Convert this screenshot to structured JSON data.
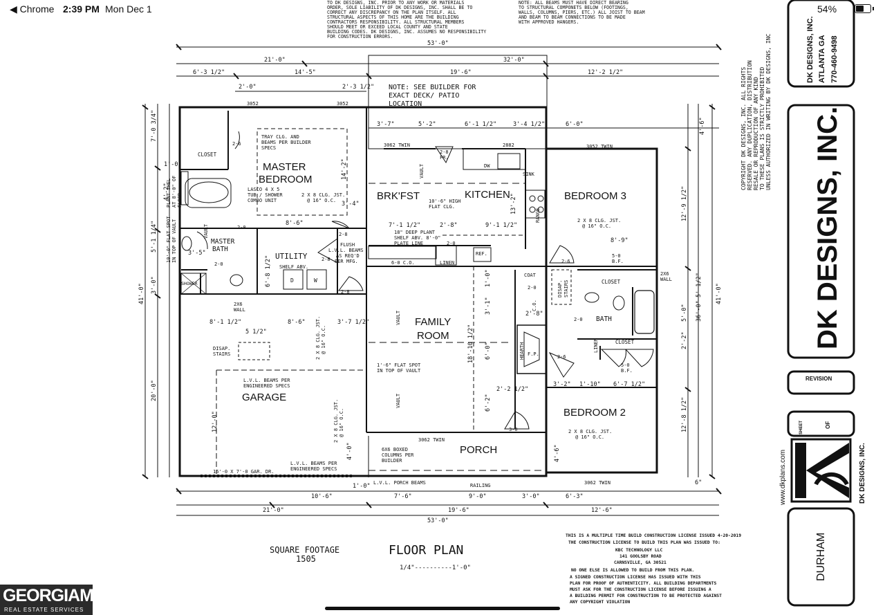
{
  "status_bar": {
    "back_label": "◀ Chrome",
    "time": "2:39 PM",
    "date": "Mon Dec 1",
    "battery": "54%"
  },
  "notes": {
    "top_left": [
      "TO DK DESIGNS, INC. PRIOR TO ANY WORK OR MATERIALS",
      "ORDER, SOLE LIABILITY OF DK DESIGNS, INC. SHALL BE TO",
      "CORRECT ANY DISCREPANCY ON THE PLAN ITSELF. ALL",
      "STRUCTURAL ASPECTS OF THIS HOME ARE THE BUILDING",
      "CONTRACTORS RESPONSIBILITY. ALL STRUCTURAL MEMBERS",
      "SHOULD MEET OR EXCEED LOCAL COUNTY AND STATE",
      "BUILDING CODES. DK DESIGNS, INC. ASSUMES NO RESPONSIBILITY",
      "FOR CONSTRUCTION ERRORS."
    ],
    "top_right": [
      "NOTE: ALL BEAMS MUST HAVE DIRECT BEARING",
      "TO STRUCTURAL COMPONETS BELOW (FOOTINGS,",
      "WALLS, COLUMNS, PIERS, ETC.) ALL JOIST TO BEAM",
      "AND BEAM TO BEAM CONNECTIONS TO BE MADE",
      "WITH APPROVED HANGERS."
    ],
    "deck": [
      "NOTE: SEE BUILDER FOR",
      "EXACT DECK/ PATIO",
      "LOCATION"
    ],
    "copyright": [
      "COPYRIGHT DK DESIGNS, INC. ALL RIGHTS",
      "RESERVED. ANY DUPLICATION, DISTRIBUTION",
      "RESALE OR REPRODUCTION OF ANY KIND",
      "TO THESE PLANS IS STRICTLY PROHIBITED",
      "UNLESS AUTHORIZED IN WRITING BY DK DESIGNS, INC"
    ],
    "license": [
      "THIS IS A MULTIPLE TIME BUILD CONSTRUCTION LICENSE ISSUED 4-20-2019",
      "THE CONSTRUCTION LICENSE TO BUILD THIS PLAN WAS ISSUED TO:",
      "KBC TECHNOLOGY LLC",
      "141 GOOLSBY ROAD",
      "CARNSVILLE, GA 30521",
      "NO ONE ELSE IS ALLOWED TO BUILD FROM THIS PLAN.",
      "A SIGNED CONSTRUCTION LICENSE HAS ISSUED WITH THIS",
      "PLAN FOR PROOF OF AUTHENTICITY. ALL BUILDING DEPARTMENTS",
      "MUST ASK FOR THE CONSTRUCTION LICENSE BEFORE ISSUING A",
      "A BUILDING PERMIT FOR CONSTRUCTION TO BE PROTECTED AGAINST",
      "ANY COPYRIGHT VIOLATION"
    ]
  },
  "rooms": {
    "master_bedroom": [
      "MASTER",
      "BEDROOM"
    ],
    "brkfst": "BRK'FST",
    "kitchen": "KITCHEN",
    "bedroom3": "BEDROOM 3",
    "master_bath": [
      "MASTER",
      "BATH"
    ],
    "utility": "UTILITY",
    "family_room": [
      "FAMILY",
      "ROOM"
    ],
    "bath": "BATH",
    "garage": "GARAGE",
    "porch": "PORCH",
    "bedroom2": "BEDROOM 2",
    "closet": "CLOSET"
  },
  "labels": {
    "tray": [
      "TRAY CLG. AND",
      "BEAMS PER BUILDER",
      "SPECS"
    ],
    "lasco": [
      "LASCO 4 X 5",
      "TUB / SHOWER",
      "COMBO UNIT"
    ],
    "joist_master": [
      "2 X 8 CLG. JST.",
      "@ 16\" O.C."
    ],
    "joist_generic": "2 X 8 CLG. JST.",
    "oc16": "@ 16\" O.C.",
    "high_clg": [
      "10'-6\" HIGH",
      "FLAT CLG."
    ],
    "deep_plant": [
      "18\" DEEP PLANT",
      "SHELF ABV. 8'-0\"",
      "PLATE LINE"
    ],
    "flush": [
      "FLUSH",
      "L.V.L. BEAMS",
      "AS REQ'D",
      "PER MFG."
    ],
    "shelf_abv": "SHELF ABV.",
    "lvl_garage": [
      "L.V.L. BEAMS PER",
      "ENGINEERED SPECS"
    ],
    "lvl_porch": [
      "L.V.L. BEAMS PER",
      "ENGINEERED SPECS"
    ],
    "disap": [
      "DISAP.",
      "STAIRS"
    ],
    "flat_spot": [
      "1'-6\" FLAT SPOT",
      "IN TOP OF VAULT"
    ],
    "flat_spot_mbath": [
      "10'-0\" FLAT SPOT",
      "IN TOP OF VAULT"
    ],
    "plant_shelf": [
      "PLANT SHEL",
      "AT 8'-0\" OF",
      "FLOOR"
    ],
    "boxed": [
      "6X6 BOXED",
      "COLUMNS PER",
      "BUILDER"
    ],
    "porch_beams": "L.V.L. PORCH BEAMS",
    "railing": "RAILING",
    "gar_door": "16'-0 X 7'-0 GAR. DR.",
    "wall_2x6": [
      "2X6",
      "WALL"
    ],
    "vault": "VAULT",
    "shower": "SHOWER",
    "coat": "COAT",
    "linen": "LINEN",
    "ref": "REF.",
    "dw": "DW",
    "sink": "SINK",
    "range": "RANGE",
    "hearth": "HEARTH",
    "fp": "F.P.",
    "d": "D",
    "w": "W",
    "bf": [
      "5-0",
      "B.F."
    ],
    "twin3052": "3052 TWIN",
    "twin3062": "3062 TWIN",
    "w3052": "3052",
    "w2882": "2882",
    "co": "6-0 C.O.",
    "co_h": "C.O.",
    "d20": "2-0",
    "d26": "2-6",
    "d28": "2-8",
    "d30": "3-0",
    "d28fr": [
      "2-8",
      "FR."
    ]
  },
  "dimensions": {
    "total_top": "53'-0\"",
    "top_left": "21'-0\"",
    "top_right": "32'-0\"",
    "row2": [
      "6'-3 1/2\"",
      "14'-5\"",
      "19'-6\"",
      "12'-2 1/2\""
    ],
    "row3": [
      "2'-0\"",
      "2'-3 1/2\""
    ],
    "kitchen_row": [
      "3'-7\"",
      "5'-2\"",
      "6'-1 1/2\"",
      "3'-4 1/2\"",
      "6'-0\""
    ],
    "mid": [
      "7'-1 1/2\"",
      "2'-8\"",
      "9'-1 1/2\"",
      "8'-6\"",
      "8'-9\"",
      "3'-4\"",
      "8'-1 1/2\"",
      "3'-7 1/2\"",
      "5 1/2\"",
      "3'-5\"",
      "1'-0\""
    ],
    "mid2": [
      "3'-2\"",
      "1'-10\"",
      "6'-7 1/2\"",
      "2'-2 1/2\"",
      "14'-2\"",
      "13'-2\"",
      "18'-10 1/2\"",
      "6'-0\"",
      "3'-1\"",
      "6'-2\"",
      "6'-8 1/2\"",
      "2'-8\"",
      "2'-0\"",
      "1'-0\"",
      "5'-1 1/4\"",
      "4'-2\"",
      "12'-0\"",
      "4'-0\"",
      "1'-0\"",
      "12'-9 1/2\"",
      "12'-8 1/2\"",
      "4'-6\"",
      "6\"",
      "5 1/2\"",
      "3'-0\"",
      "3'-7\""
    ],
    "bottom_row1": [
      "10'-6\"",
      "7'-6\"",
      "9'-0\"",
      "3'-0\"",
      "6'-3\""
    ],
    "bottom_row2": [
      "21'-0\"",
      "19'-6\"",
      "12'-6\""
    ],
    "total_bottom": "53'-0\"",
    "left_side": [
      "7'-0 3/4\"",
      "5'-1 1/4\"",
      "3'-0\"",
      "20'-0\"",
      "41'-0\""
    ],
    "right_side": [
      "4'-6\"",
      "12'-9 1/2\"",
      "5' 1/2\"",
      "5'-0\"",
      "2'-2\"",
      "12'-8 1/2\"",
      "36'-0\"",
      "41'-0\""
    ]
  },
  "footer": {
    "sq_ft_label": "SQUARE FOOTAGE",
    "sq_ft_value": "1505",
    "floor_plan": "FLOOR PLAN",
    "scale": "1/4\"----------1'-0\""
  },
  "title_block": {
    "company_small": [
      "DK DESIGNS, INC.",
      "ATLANTA GA",
      "770-460-9498"
    ],
    "company_big": "DK DESIGNS, INC.",
    "revision": "REVISION",
    "sheet": "SHEET",
    "of": "OF",
    "website": "www.dkplans.com",
    "logo_text": "DK DESIGNS, INC.",
    "plan_name": "DURHAM"
  },
  "watermark": {
    "name": "GEORGIAMLS",
    "tagline": "REAL ESTATE SERVICES"
  }
}
